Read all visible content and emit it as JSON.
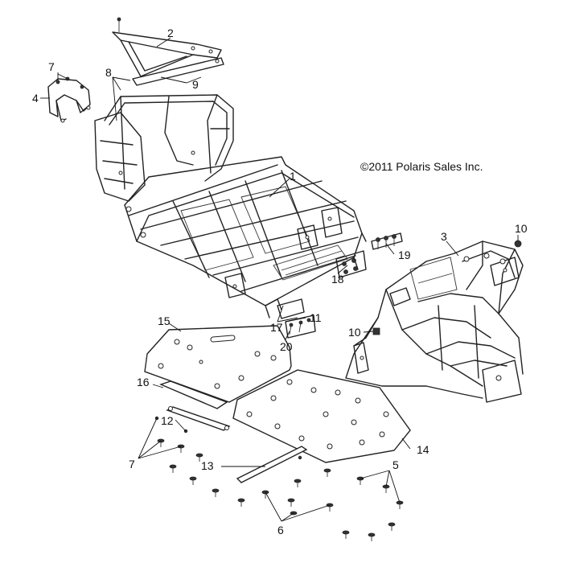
{
  "copyright": "©2011 Polaris Sales Inc.",
  "callouts": {
    "c1": "1",
    "c2": "2",
    "c3": "3",
    "c4": "4",
    "c5": "5",
    "c6": "6",
    "c7a": "7",
    "c7b": "7",
    "c8": "8",
    "c9": "9",
    "c10a": "10",
    "c10b": "10",
    "c11": "11",
    "c12": "12",
    "c13": "13",
    "c14": "14",
    "c15": "15",
    "c16": "16",
    "c17": "17",
    "c18": "18",
    "c19": "19",
    "c20": "20"
  }
}
